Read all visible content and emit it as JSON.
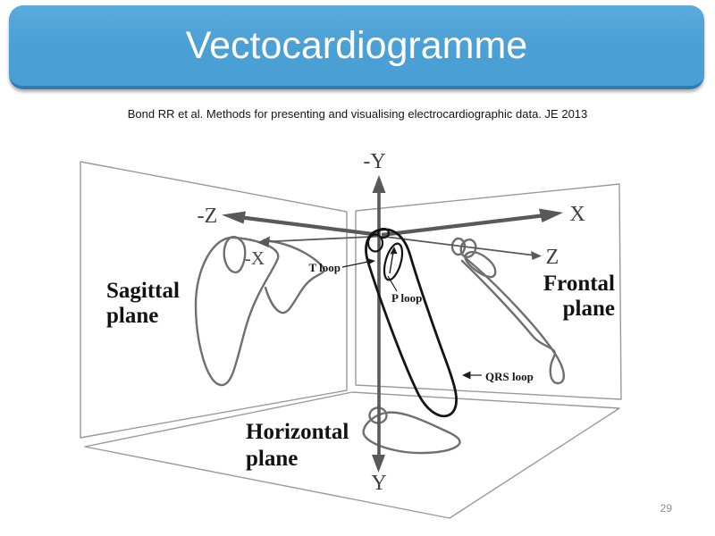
{
  "slide": {
    "title": "Vectocardiogramme",
    "citation": "Bond RR et al. Methods for presenting and visualising electrocardiographic data. JE 2013",
    "page_number": "29"
  },
  "diagram": {
    "axes": {
      "neg_y": "-Y",
      "y": "Y",
      "x": "X",
      "neg_x": "-X",
      "z": "Z",
      "neg_z": "-Z"
    },
    "planes": {
      "sagittal": {
        "line1": "Sagittal",
        "line2": "plane"
      },
      "frontal": {
        "line1": "Frontal",
        "line2": "plane"
      },
      "horizontal": {
        "line1": "Horizontal",
        "line2": "plane"
      }
    },
    "loops": {
      "t": "T loop",
      "p": "P loop",
      "qrs": "QRS loop"
    }
  },
  "colors": {
    "banner_blue": "#4a9fd4",
    "banner_blue_light": "#5aaade",
    "banner_blue_dark": "#2e7cb4",
    "axis_gray": "#595959",
    "plane_outline": "#9a9a9a",
    "loop_gray": "#6f6f6f",
    "loop_black": "#141414"
  }
}
